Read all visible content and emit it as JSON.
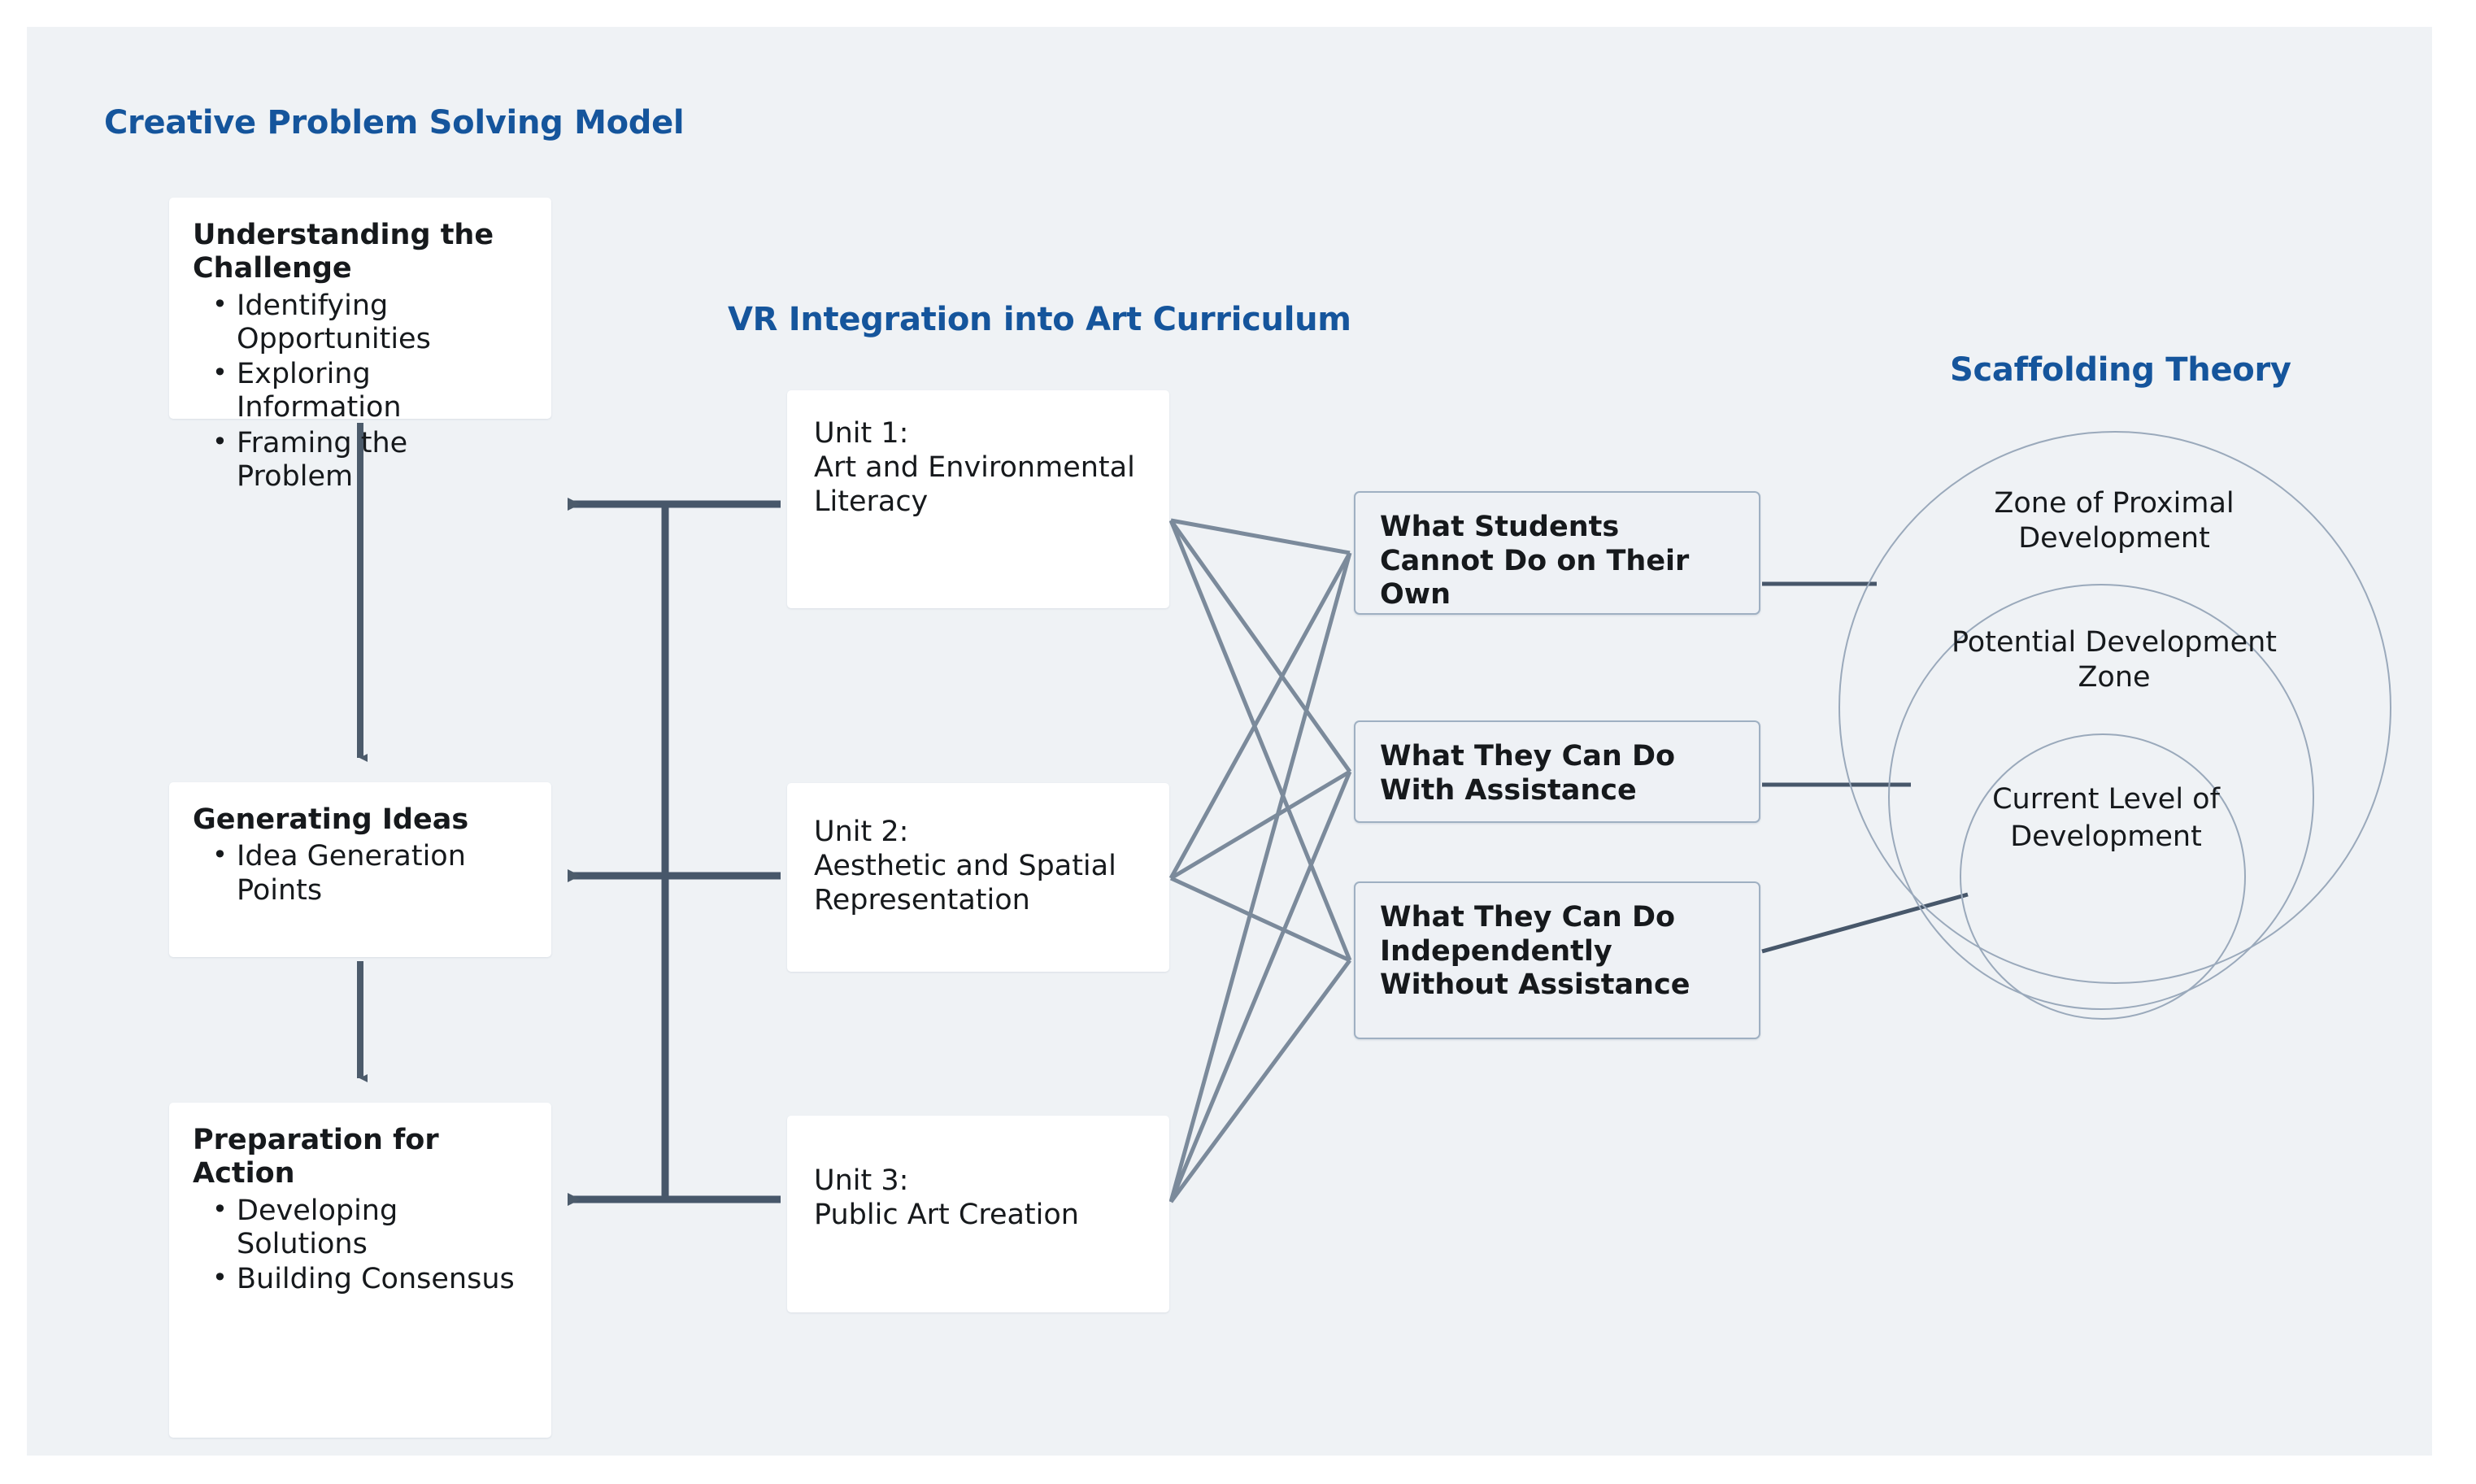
{
  "figure": {
    "background_color": "#eff2f5",
    "accent_color": "#15559c",
    "connector_color": "#3e4e5e",
    "link_color": "#7b8a9b"
  },
  "cps": {
    "title": "Creative Problem Solving Model",
    "stages": [
      {
        "title": "Understanding the Challenge",
        "bullets": [
          "Identifying Opportunities",
          "Exploring Information",
          "Framing the Problem"
        ]
      },
      {
        "title": "Generating Ideas",
        "bullets": [
          "Idea Generation Points"
        ]
      },
      {
        "title": "Preparation for Action",
        "bullets": [
          "Developing Solutions",
          "Building Consensus"
        ]
      }
    ]
  },
  "vr": {
    "title": "VR Integration into Art Curriculum",
    "units": [
      {
        "label": "Unit 1:\nArt and Environmental Literacy"
      },
      {
        "label": "Unit 2:\nAesthetic and Spatial Representation"
      },
      {
        "label": "Unit 3:\nPublic Art Creation"
      }
    ]
  },
  "zones": {
    "boxes": [
      {
        "text": "What Students Cannot Do on Their Own"
      },
      {
        "text": "What They Can Do With Assistance"
      },
      {
        "text": "What They Can Do Independently Without Assistance"
      }
    ]
  },
  "scaffolding": {
    "title": "Scaffolding Theory",
    "circles": [
      {
        "name": "outer",
        "label": "Zone of Proximal Development"
      },
      {
        "name": "middle",
        "label": "Potential Development Zone"
      },
      {
        "name": "inner",
        "label": "Current Level of Development"
      }
    ]
  }
}
